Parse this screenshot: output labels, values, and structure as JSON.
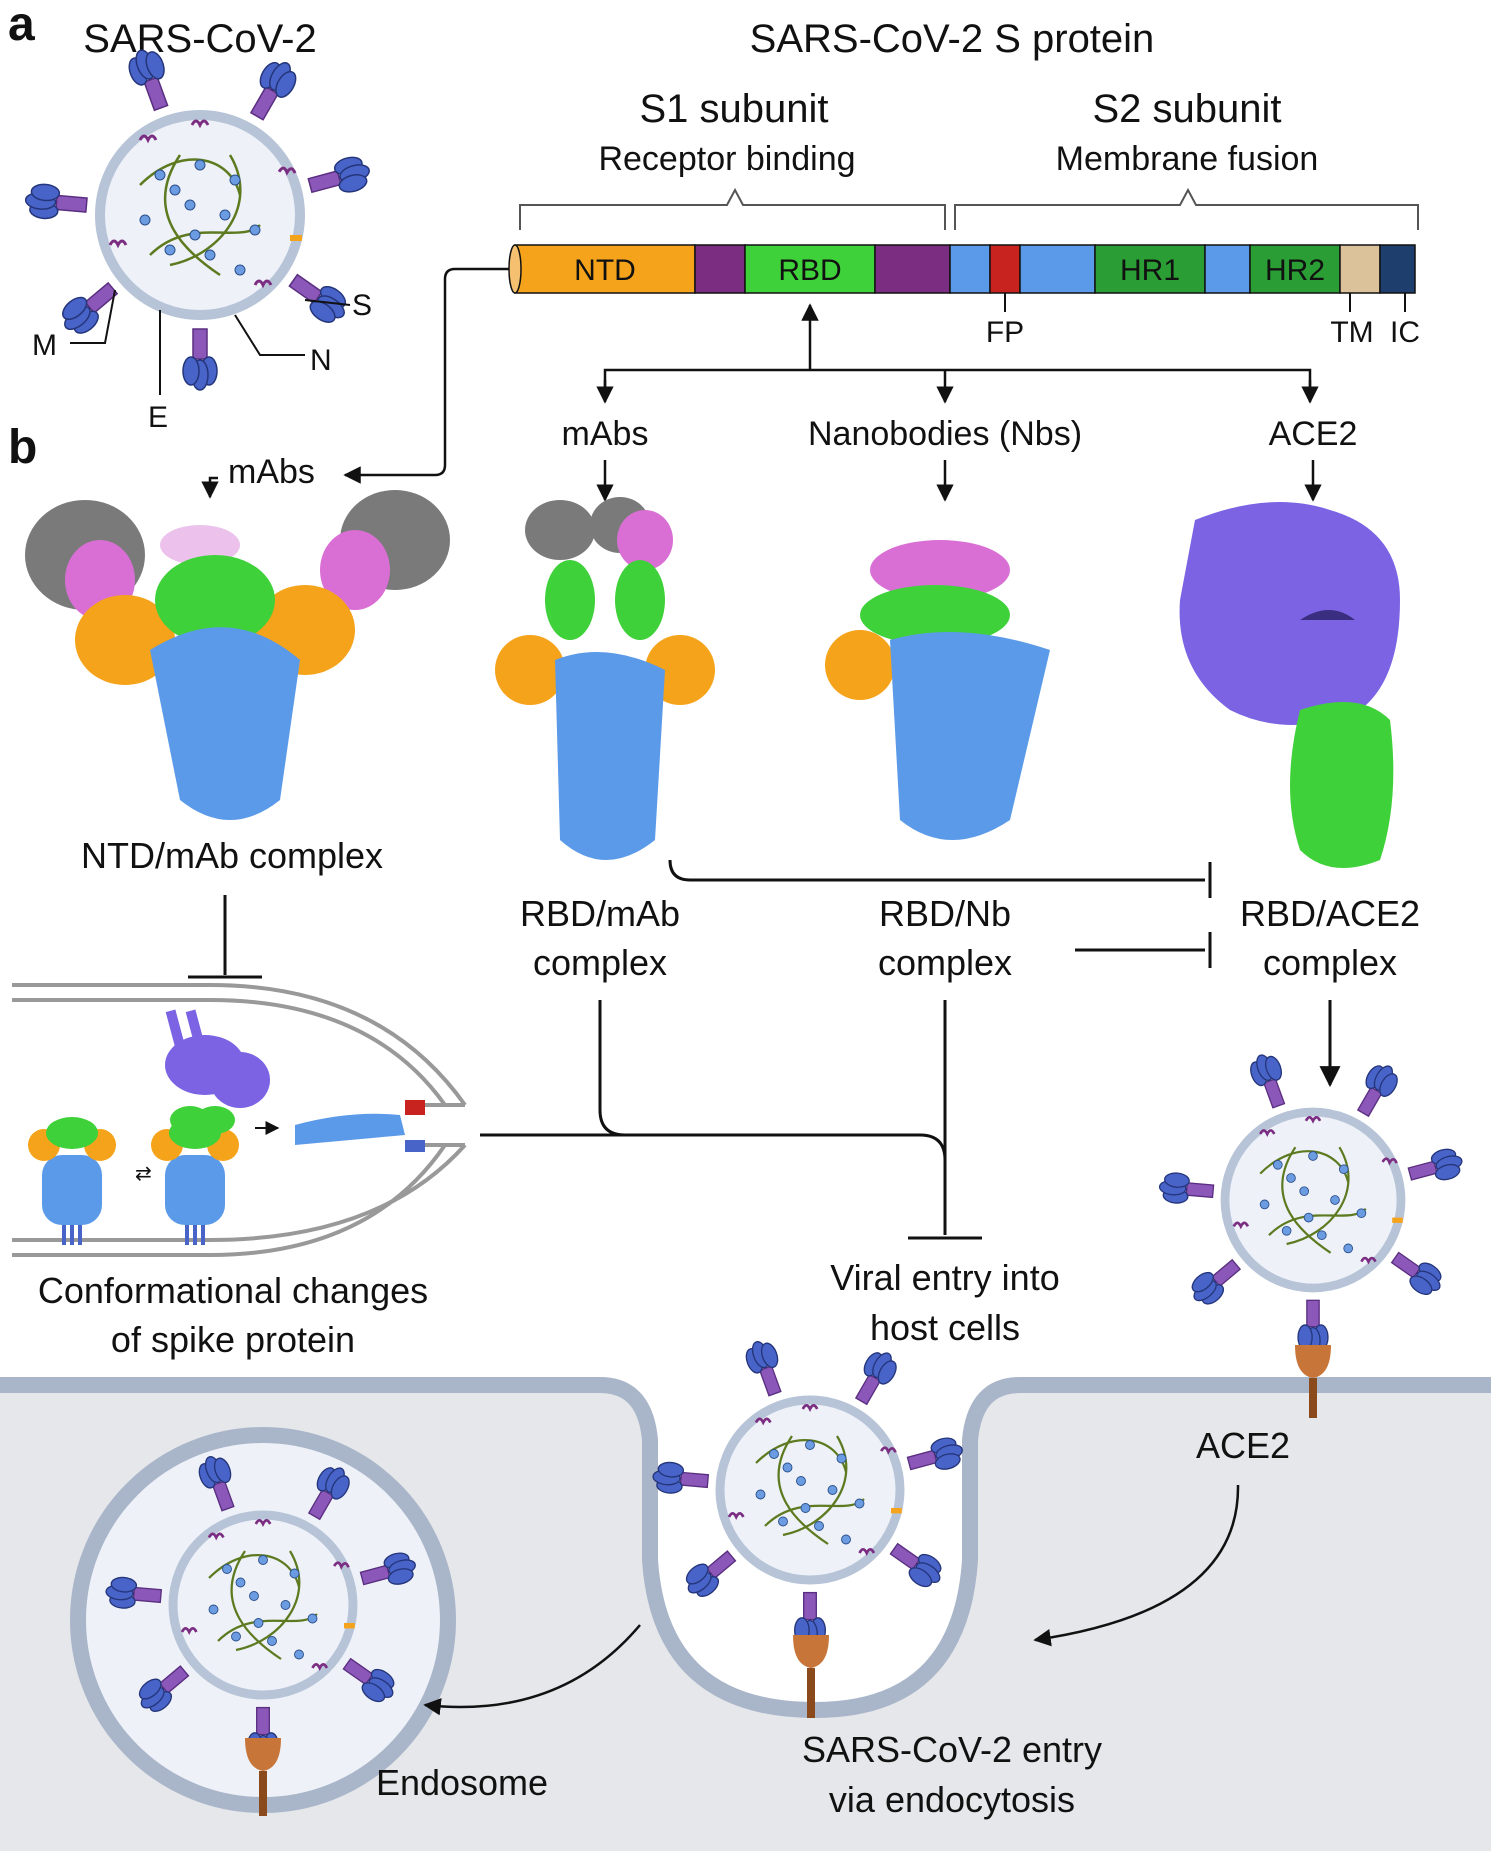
{
  "panels": {
    "a": "a",
    "b": "b"
  },
  "virus_title": "SARS-CoV-2",
  "virion_labels": {
    "s": "S",
    "m": "M",
    "n": "N",
    "e": "E"
  },
  "s_protein_title": "SARS-CoV-2 S protein",
  "s1": {
    "title": "S1 subunit",
    "subtitle": "Receptor binding"
  },
  "s2": {
    "title": "S2 subunit",
    "subtitle": "Membrane fusion"
  },
  "domains": {
    "ntd": "NTD",
    "rbd": "RBD",
    "hr1": "HR1",
    "hr2": "HR2"
  },
  "domain_marks": {
    "fp": "FP",
    "tm": "TM",
    "ic": "IC"
  },
  "binders": {
    "mabs": "mAbs",
    "nbs": "Nanobodies (Nbs)",
    "ace2": "ACE2",
    "mabs_ntd": "mAbs"
  },
  "complexes": {
    "ntd_mab": "NTD/mAb complex",
    "rbd_mab": [
      "RBD/mAb",
      "complex"
    ],
    "rbd_nb": [
      "RBD/Nb",
      "complex"
    ],
    "rbd_ace2": [
      "RBD/ACE2",
      "complex"
    ]
  },
  "conformational": [
    "Conformational changes",
    "of spike protein"
  ],
  "viral_entry": [
    "Viral entry into",
    "host cells"
  ],
  "cell_ace2": "ACE2",
  "entry_caption": [
    "SARS-CoV-2 entry",
    "via endocytosis"
  ],
  "endosome": "Endosome",
  "colors": {
    "ntd": "#f5a31a",
    "linker": "#7b2d82",
    "rbd": "#3fd13a",
    "s2": "#5b9ae8",
    "fp": "#c8231e",
    "hr": "#2a9d34",
    "tm": "#dcc29b",
    "ic": "#1e3f6e",
    "mab_light": "#d96fd4",
    "mab_grey": "#7a7a7a",
    "ace2": "#7b63e3",
    "membrane": "#a9b5c9",
    "cell": "#e5e7ea"
  }
}
